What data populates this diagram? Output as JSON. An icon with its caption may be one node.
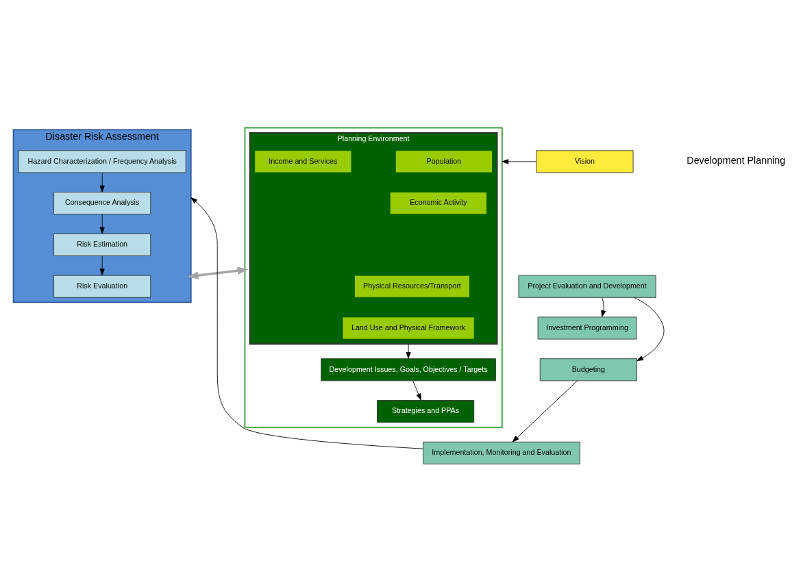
{
  "diagram": {
    "nodes": [
      {
        "text": [
          "Disaster Risk Assessment"
        ]
      },
      {
        "text": [
          "Hazard Characterization / Frequency Analysis"
        ],
        "in": 0
      },
      {
        "text": [
          "Consequence Analysis"
        ],
        "in": 0
      },
      {
        "text": [
          "Risk Estimation"
        ],
        "in": 0
      },
      {
        "text": [
          "Risk Evaluation"
        ],
        "in": 0
      },
      {
        "text": [],
        "shape": "box"
      },
      {
        "text": [
          "Planning Environment"
        ],
        "in": 5
      },
      {
        "text": [
          "Population"
        ],
        "in": 6
      },
      {
        "text": [
          "Economic Activity"
        ],
        "in": 6
      },
      {
        "text": [
          "Physical Resources/Transport"
        ],
        "in": 6
      },
      {
        "text": [
          "Income and Services"
        ],
        "in": 6
      },
      {
        "text": [
          "Land Use and Physical Framework"
        ],
        "in": 6
      },
      {
        "text": [
          "Development Issues, Goals, Objectives / Targets"
        ],
        "in": 5
      },
      {
        "text": [
          "Strategies and PPAs"
        ],
        "in": 5
      },
      {
        "text": [
          "Vision"
        ]
      },
      {
        "text": [
          "Project Evaluation and Development"
        ]
      },
      {
        "text": [
          "Investment Programming"
        ]
      },
      {
        "text": [
          "Budgeting"
        ]
      },
      {
        "text": [
          "Implementation, Monitoring and Evaluation"
        ]
      }
    ],
    "edges": [
      {
        "from": 1,
        "to": 2,
        "arrow": "to"
      },
      {
        "from": 2,
        "to": 3,
        "arrow": "to"
      },
      {
        "from": 3,
        "to": 4,
        "arrow": "to"
      },
      {
        "from": 0,
        "to": 5,
        "arrow": "both",
        "style": "thick",
        "color": "#a6a6a6"
      },
      {
        "from": 14,
        "to": 5,
        "arrow": "to"
      },
      {
        "from": 6,
        "to": 12,
        "arrow": "to"
      },
      {
        "from": 12,
        "to": 13,
        "arrow": "to"
      },
      {
        "from": 15,
        "to": 16,
        "arrow": "to"
      },
      {
        "from": 15,
        "to": 17,
        "arrow": "to"
      },
      {
        "from": 17,
        "to": 18,
        "arrow": "to"
      },
      {
        "from": 18,
        "to": 0,
        "arrow": "to"
      }
    ],
    "labels": [
      "Development Planning"
    ]
  }
}
